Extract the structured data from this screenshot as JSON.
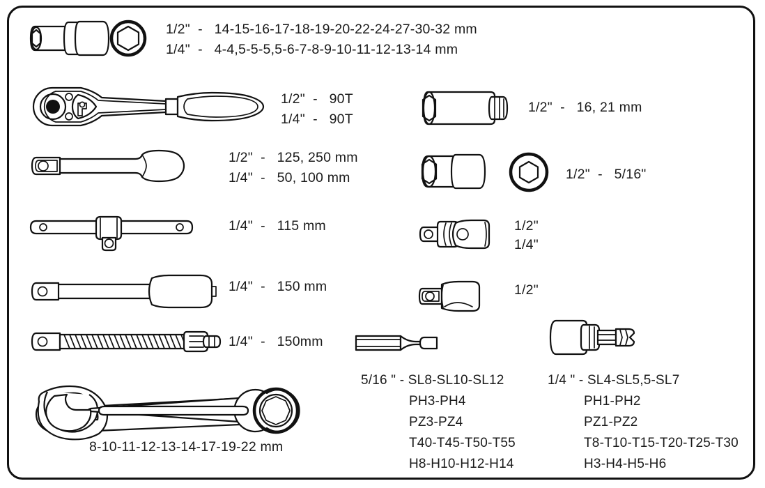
{
  "sheet": {
    "title": "socket-set-contents-sheet",
    "border_color": "#111111",
    "background": "#ffffff"
  },
  "rows": [
    {
      "id": "sockets",
      "tool_left": "socket-side-view",
      "tool_left_2": "socket-end-view",
      "specs": [
        {
          "drive": "1/2\"",
          "dash": "-",
          "values": "14-15-16-17-18-19-20-22-24-27-30-32 mm"
        },
        {
          "drive": "1/4\"",
          "dash": "-",
          "values": "4-4,5-5-5,5-6-7-8-9-10-11-12-13-14 mm"
        }
      ]
    },
    {
      "id": "ratchet",
      "tool_left": "ratchet-handle",
      "specs": [
        {
          "drive": "1/2\"",
          "dash": "-",
          "values": "90T"
        },
        {
          "drive": "1/4\"",
          "dash": "-",
          "values": "90T"
        }
      ],
      "tool_right": "spark-plug-socket",
      "specs_right": [
        {
          "drive": "1/2\"",
          "dash": "-",
          "values": "16, 21 mm"
        }
      ]
    },
    {
      "id": "extension-bars",
      "tool_left": "extension-bar",
      "specs": [
        {
          "drive": "1/2\"",
          "dash": "-",
          "values": "125, 250 mm"
        },
        {
          "drive": "1/4\"",
          "dash": "-",
          "values": "50, 100 mm"
        }
      ],
      "tool_right": "hex-bit-socket",
      "tool_right_2": "hex-bit-socket-end-view",
      "specs_right": [
        {
          "drive": "1/2\"",
          "dash": "-",
          "values": "5/16\""
        }
      ]
    },
    {
      "id": "sliding-t-handle",
      "tool_left": "sliding-t-handle",
      "specs": [
        {
          "drive": "1/4\"",
          "dash": "-",
          "values": "115 mm"
        }
      ],
      "tool_right": "universal-joint",
      "specs_right_stack": [
        "1/2\"",
        "1/4\""
      ]
    },
    {
      "id": "spinner-handle",
      "tool_left": "spinner-handle",
      "specs": [
        {
          "drive": "1/4\"",
          "dash": "-",
          "values": "150 mm"
        }
      ],
      "tool_right": "drive-adapter",
      "specs_right_stack": [
        "1/2\""
      ]
    },
    {
      "id": "flexible-extension",
      "tool_left": "flexible-extension",
      "specs": [
        {
          "drive": "1/4\"",
          "dash": "-",
          "values": "150mm"
        }
      ]
    },
    {
      "id": "combination-wrench",
      "tool_left": "combination-wrench",
      "caption": "8-10-11-12-13-14-17-19-22 mm"
    }
  ],
  "bit_groups": [
    {
      "id": "bits-5-16",
      "tool": "slotted-bit",
      "drive": "5/16 \"",
      "dash": "-",
      "lines": [
        "SL8-SL10-SL12",
        "PH3-PH4",
        "PZ3-PZ4",
        "T40-T45-T50-T55",
        "H8-H10-H12-H14"
      ]
    },
    {
      "id": "bits-1-4",
      "tool": "torx-bit-socket",
      "drive": "1/4 \"",
      "dash": "-",
      "lines": [
        "SL4-SL5,5-SL7",
        "PH1-PH2",
        "PZ1-PZ2",
        "T8-T10-T15-T20-T25-T30",
        "H3-H4-H5-H6"
      ]
    }
  ]
}
